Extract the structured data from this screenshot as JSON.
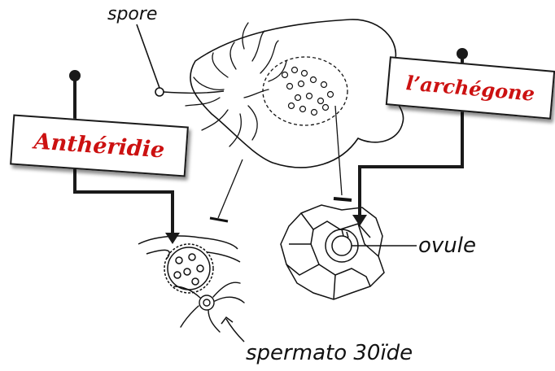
{
  "labels": {
    "spore": "spore",
    "antheridie": "Anthéridie",
    "archegone": "l’archégone",
    "ovule": "ovule",
    "spermatozoide": "spermato 30ïde"
  },
  "colors": {
    "label_red": "#cc1111",
    "ink": "#111111",
    "leader": "#1a1a1a"
  }
}
